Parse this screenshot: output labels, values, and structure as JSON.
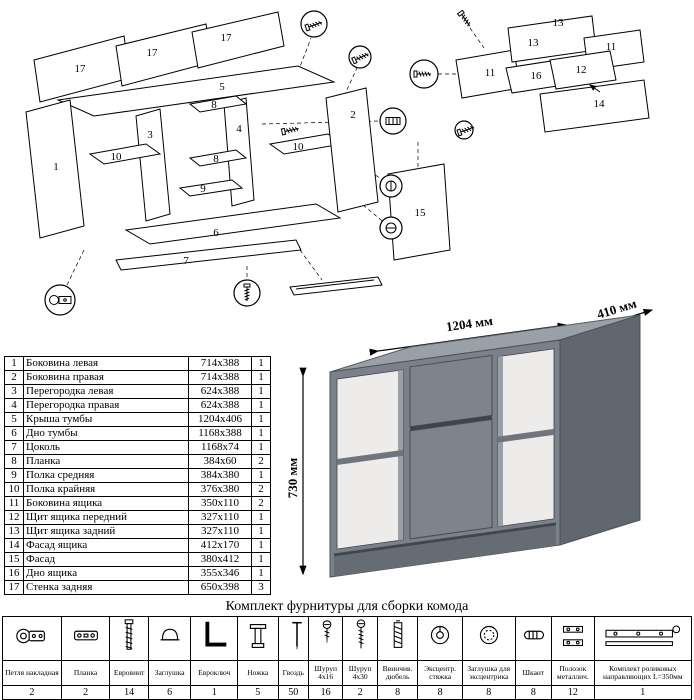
{
  "diagram": {
    "left_labels": [
      "17",
      "17",
      "17",
      "5",
      "1",
      "3",
      "4",
      "8",
      "8",
      "9",
      "10",
      "10",
      "2",
      "6",
      "7",
      "15"
    ],
    "right_labels": [
      "13",
      "13",
      "11",
      "11",
      "16",
      "12",
      "14"
    ]
  },
  "dresser": {
    "width": "1204 мм",
    "depth": "410 мм",
    "height": "730 мм"
  },
  "parts": {
    "rows": [
      {
        "num": "1",
        "name": "Боковина левая",
        "size": "714x388",
        "qty": "1"
      },
      {
        "num": "2",
        "name": "Боковина правая",
        "size": "714x388",
        "qty": "1"
      },
      {
        "num": "3",
        "name": "Перегородка левая",
        "size": "624x388",
        "qty": "1"
      },
      {
        "num": "4",
        "name": "Перегородка правая",
        "size": "624x388",
        "qty": "1"
      },
      {
        "num": "5",
        "name": "Крыша тумбы",
        "size": "1204x406",
        "qty": "1"
      },
      {
        "num": "6",
        "name": "Дно тумбы",
        "size": "1168x388",
        "qty": "1"
      },
      {
        "num": "7",
        "name": "Цоколь",
        "size": "1168x74",
        "qty": "1"
      },
      {
        "num": "8",
        "name": "Планка",
        "size": "384x60",
        "qty": "2"
      },
      {
        "num": "9",
        "name": "Полка средняя",
        "size": "384x380",
        "qty": "1"
      },
      {
        "num": "10",
        "name": "Полка крайняя",
        "size": "376x380",
        "qty": "2"
      },
      {
        "num": "11",
        "name": "Боковина ящика",
        "size": "350x110",
        "qty": "2"
      },
      {
        "num": "12",
        "name": "Щит ящика передний",
        "size": "327x110",
        "qty": "1"
      },
      {
        "num": "13",
        "name": "Щит ящика задний",
        "size": "327x110",
        "qty": "1"
      },
      {
        "num": "14",
        "name": "Фасад ящика",
        "size": "412x170",
        "qty": "1"
      },
      {
        "num": "15",
        "name": "Фасад",
        "size": "380x412",
        "qty": "1"
      },
      {
        "num": "16",
        "name": "Дно ящика",
        "size": "355x346",
        "qty": "1"
      },
      {
        "num": "17",
        "name": "Стенка задняя",
        "size": "650x398",
        "qty": "3"
      }
    ]
  },
  "hardware": {
    "title": "Комплект фурнитуры для сборки комода",
    "items": [
      {
        "name": "Петля накладная",
        "qty": "2",
        "icon": "hinge-icon"
      },
      {
        "name": "Планка",
        "qty": "2",
        "icon": "plate-icon"
      },
      {
        "name": "Евровинт",
        "qty": "14",
        "icon": "confirmat-screw-icon"
      },
      {
        "name": "Заглушка",
        "qty": "6",
        "icon": "cap-icon"
      },
      {
        "name": "Евроключ",
        "qty": "1",
        "icon": "hex-key-icon"
      },
      {
        "name": "Ножка",
        "qty": "5",
        "icon": "foot-icon"
      },
      {
        "name": "Гвоздь",
        "qty": "50",
        "icon": "nail-icon"
      },
      {
        "name": "Шуруп 4x16",
        "qty": "16",
        "icon": "screw-4x16-icon"
      },
      {
        "name": "Шуруп 4x30",
        "qty": "2",
        "icon": "screw-4x30-icon"
      },
      {
        "name": "Ввинчив. дюбель",
        "qty": "8",
        "icon": "screw-dowel-icon"
      },
      {
        "name": "Эксцентр. стяжка",
        "qty": "8",
        "icon": "eccentric-cam-icon"
      },
      {
        "name": "Заглушка для эксцентрика",
        "qty": "8",
        "icon": "eccentric-cap-icon"
      },
      {
        "name": "Шкант",
        "qty": "8",
        "icon": "wooden-dowel-icon"
      },
      {
        "name": "Полозок металлич.",
        "qty": "12",
        "icon": "metal-runner-icon"
      },
      {
        "name": "Комплект роликовых направляющих L=350мм",
        "qty": "1",
        "icon": "roller-guides-icon"
      }
    ]
  }
}
